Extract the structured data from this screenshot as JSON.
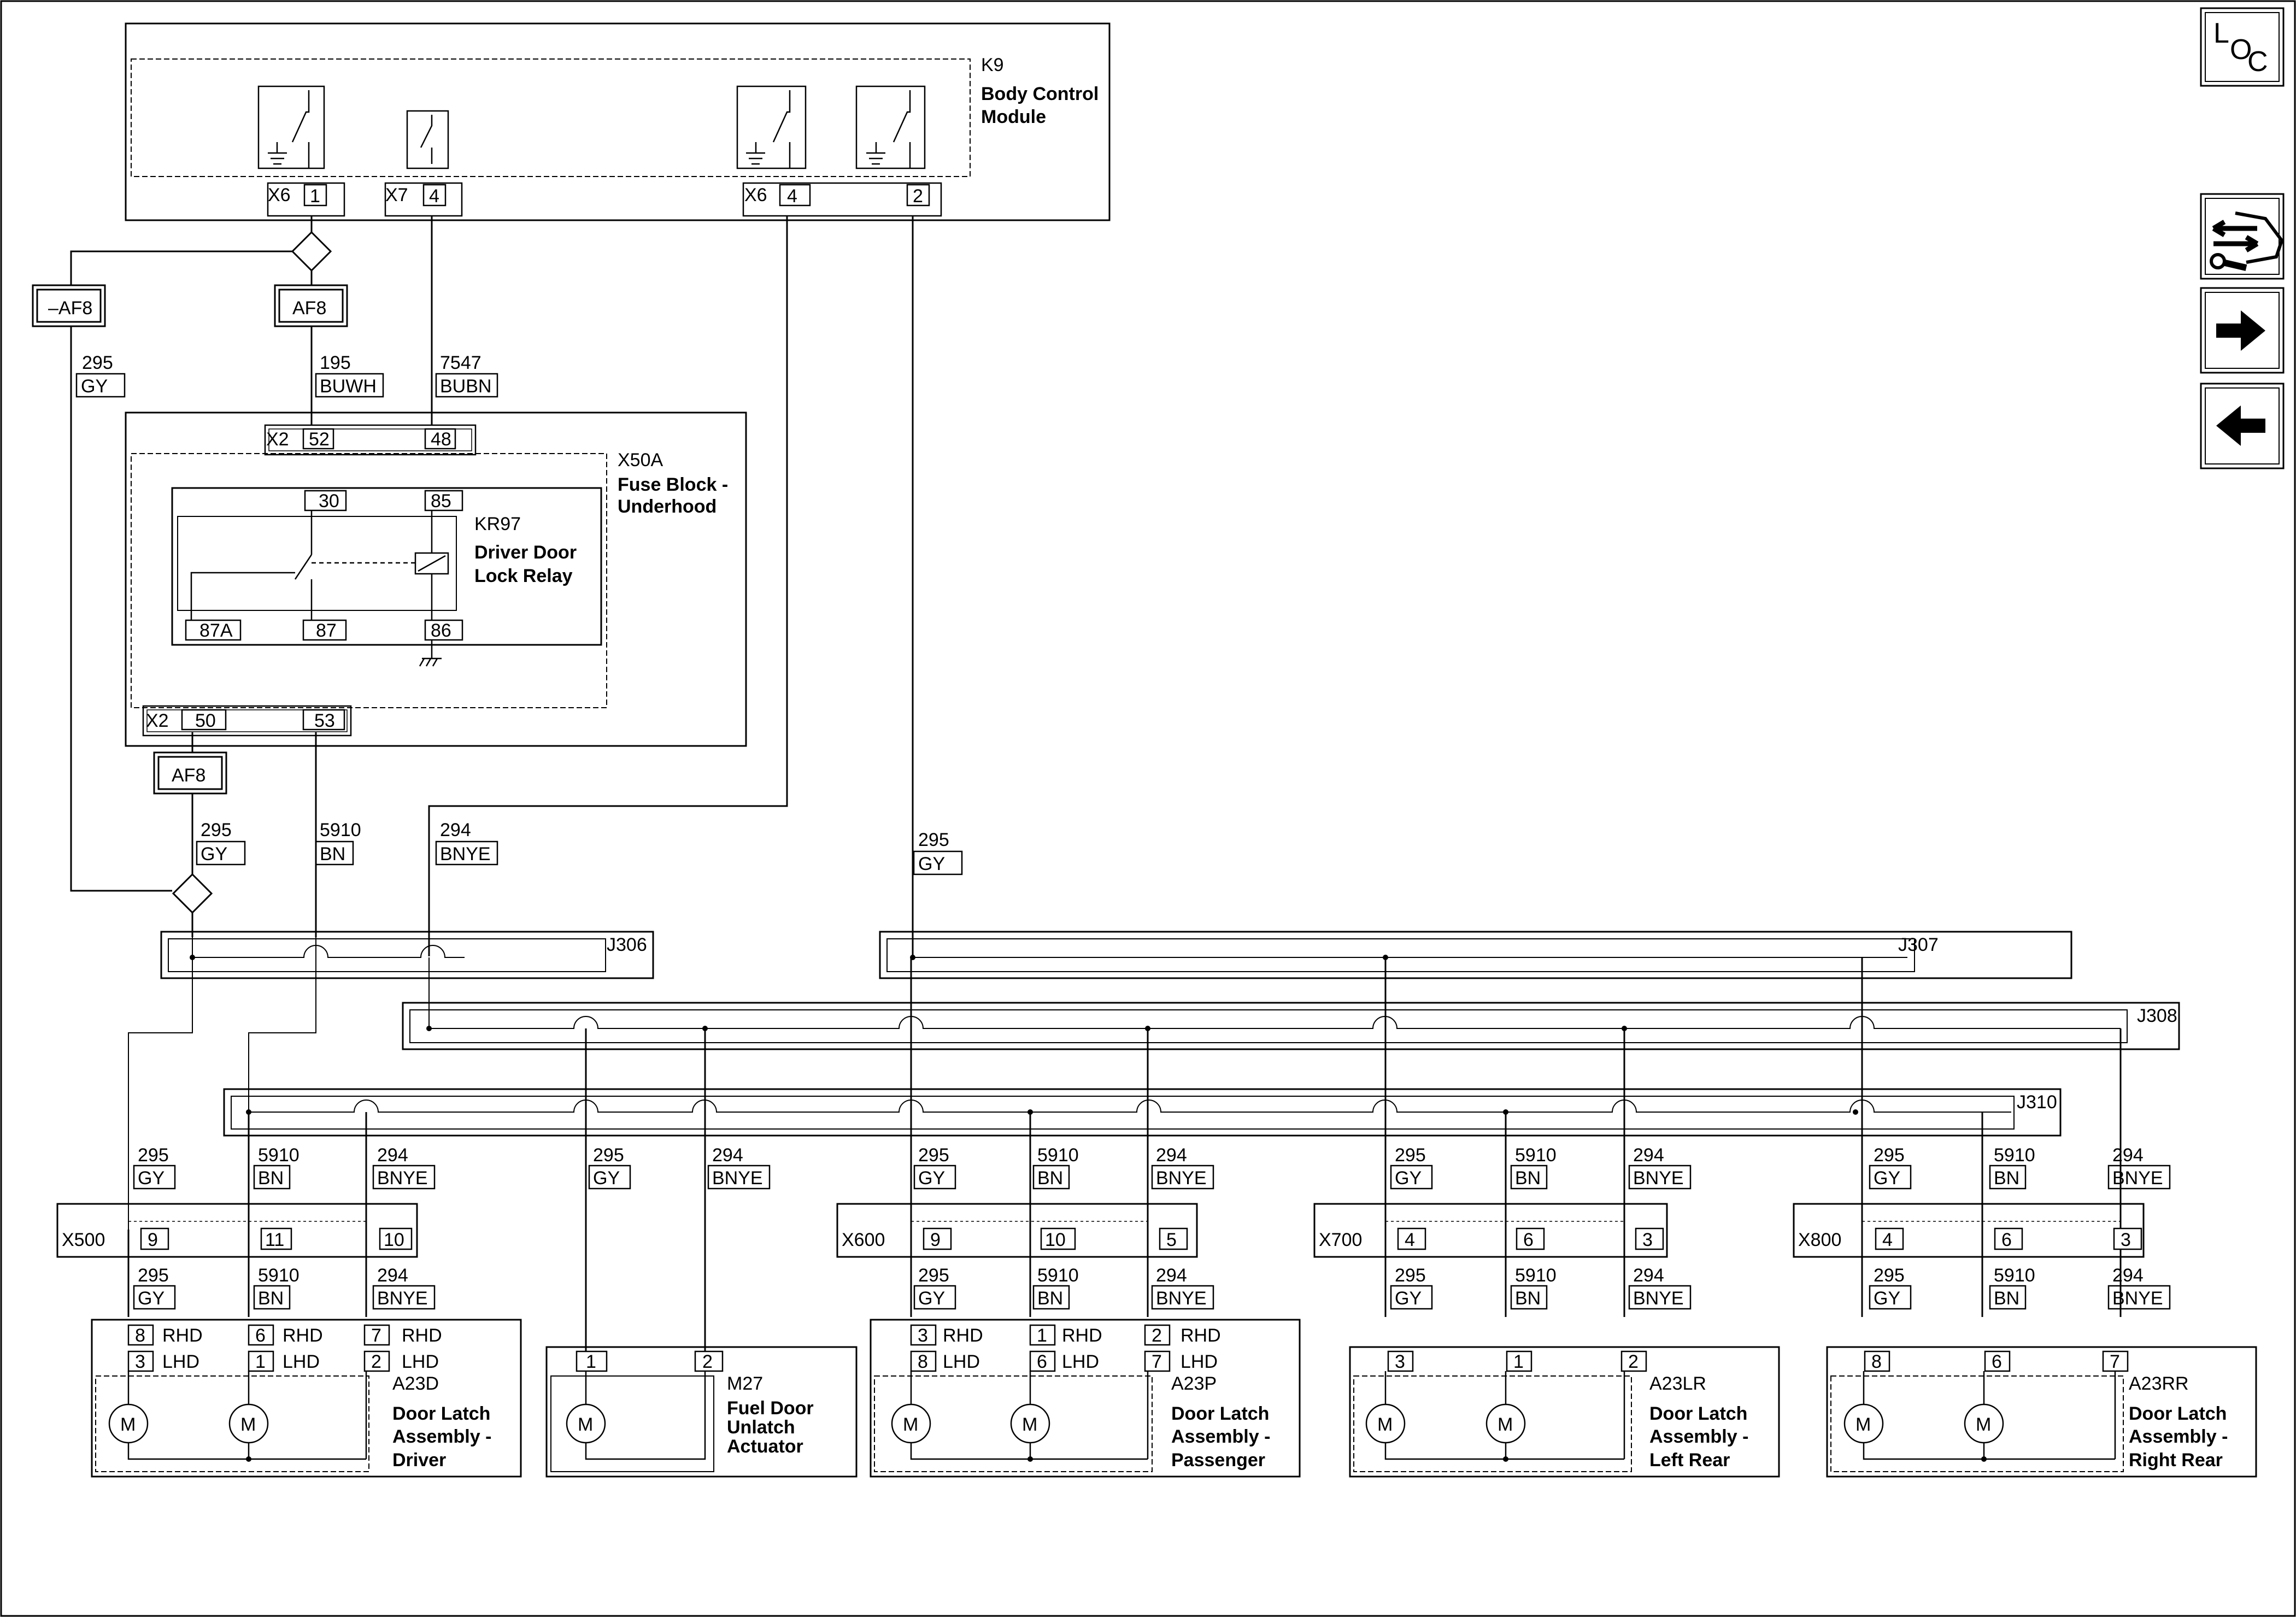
{
  "nav": {
    "loc_l": "L",
    "loc_o": "O",
    "loc_c": "C",
    "icons": [
      "service-info-icon",
      "next-arrow-icon",
      "previous-arrow-icon"
    ]
  },
  "k9": {
    "ref": "K9",
    "name_line1": "Body Control",
    "name_line2": "Module",
    "c1": "X6",
    "c1_pin": "1",
    "c2": "X7",
    "c2_pin": "4",
    "c3": "X6",
    "c3_pin_a": "4",
    "c3_pin_b": "2"
  },
  "fuses": {
    "left": "–AF8",
    "mid": "AF8",
    "lower": "AF8"
  },
  "wires_top": [
    {
      "num": "295",
      "color": "GY"
    },
    {
      "num": "195",
      "color": "BUWH"
    },
    {
      "num": "7547",
      "color": "BUBN"
    }
  ],
  "x50a": {
    "ref": "X50A",
    "name_line1": "Fuse Block -",
    "name_line2": "Underhood",
    "top_conn": "X2",
    "top_pin_a": "52",
    "top_pin_b": "48",
    "bot_conn": "X2",
    "bot_pin_a": "50",
    "bot_pin_b": "53"
  },
  "kr97": {
    "ref": "KR97",
    "name_line1": "Driver Door",
    "name_line2": "Lock Relay",
    "pins": [
      "30",
      "85",
      "87A",
      "87",
      "86"
    ]
  },
  "wires_mid": [
    {
      "num": "295",
      "color": "GY"
    },
    {
      "num": "5910",
      "color": "BN"
    },
    {
      "num": "294",
      "color": "BNYE"
    },
    {
      "num": "295",
      "color": "GY"
    }
  ],
  "splices": [
    "J306",
    "J307",
    "J308",
    "J310"
  ],
  "wires_low": [
    {
      "num": "295",
      "color": "GY"
    },
    {
      "num": "5910",
      "color": "BN"
    },
    {
      "num": "294",
      "color": "BNYE"
    },
    {
      "num": "295",
      "color": "GY"
    },
    {
      "num": "294",
      "color": "BNYE"
    },
    {
      "num": "295",
      "color": "GY"
    },
    {
      "num": "5910",
      "color": "BN"
    },
    {
      "num": "294",
      "color": "BNYE"
    },
    {
      "num": "295",
      "color": "GY"
    },
    {
      "num": "5910",
      "color": "BN"
    },
    {
      "num": "294",
      "color": "BNYE"
    },
    {
      "num": "295",
      "color": "GY"
    },
    {
      "num": "5910",
      "color": "BN"
    },
    {
      "num": "294",
      "color": "BNYE"
    }
  ],
  "inline_connectors": [
    {
      "name": "X500",
      "pins": [
        "9",
        "11",
        "10"
      ]
    },
    {
      "name": "X600",
      "pins": [
        "9",
        "10",
        "5"
      ]
    },
    {
      "name": "X700",
      "pins": [
        "4",
        "6",
        "3"
      ]
    },
    {
      "name": "X800",
      "pins": [
        "4",
        "6",
        "3"
      ]
    }
  ],
  "wires_bottom": [
    {
      "num": "295",
      "color": "GY"
    },
    {
      "num": "5910",
      "color": "BN"
    },
    {
      "num": "294",
      "color": "BNYE"
    },
    {
      "num": "295",
      "color": "GY"
    },
    {
      "num": "5910",
      "color": "BN"
    },
    {
      "num": "294",
      "color": "BNYE"
    },
    {
      "num": "295",
      "color": "GY"
    },
    {
      "num": "5910",
      "color": "BN"
    },
    {
      "num": "294",
      "color": "BNYE"
    },
    {
      "num": "295",
      "color": "GY"
    },
    {
      "num": "5910",
      "color": "BN"
    },
    {
      "num": "294",
      "color": "BNYE"
    }
  ],
  "components": {
    "a23d": {
      "ref": "A23D",
      "l1": "Door Latch",
      "l2": "Assembly -",
      "l3": "Driver",
      "rhd": [
        "8",
        "6",
        "7"
      ],
      "lhd": [
        "3",
        "1",
        "2"
      ],
      "rhd_label": "RHD",
      "lhd_label": "LHD",
      "motor": "M"
    },
    "m27": {
      "ref": "M27",
      "l1": "Fuel Door",
      "l2": "Unlatch",
      "l3": "Actuator",
      "pins": [
        "1",
        "2"
      ],
      "motor": "M"
    },
    "a23p": {
      "ref": "A23P",
      "l1": "Door Latch",
      "l2": "Assembly -",
      "l3": "Passenger",
      "rhd": [
        "3",
        "1",
        "2"
      ],
      "lhd": [
        "8",
        "6",
        "7"
      ],
      "rhd_label": "RHD",
      "lhd_label": "LHD",
      "motor": "M"
    },
    "a23lr": {
      "ref": "A23LR",
      "l1": "Door Latch",
      "l2": "Assembly -",
      "l3": "Left Rear",
      "pins": [
        "3",
        "1",
        "2"
      ],
      "motor": "M"
    },
    "a23rr": {
      "ref": "A23RR",
      "l1": "Door Latch",
      "l2": "Assembly -",
      "l3": "Right Rear",
      "pins": [
        "8",
        "6",
        "7"
      ],
      "motor": "M"
    }
  }
}
